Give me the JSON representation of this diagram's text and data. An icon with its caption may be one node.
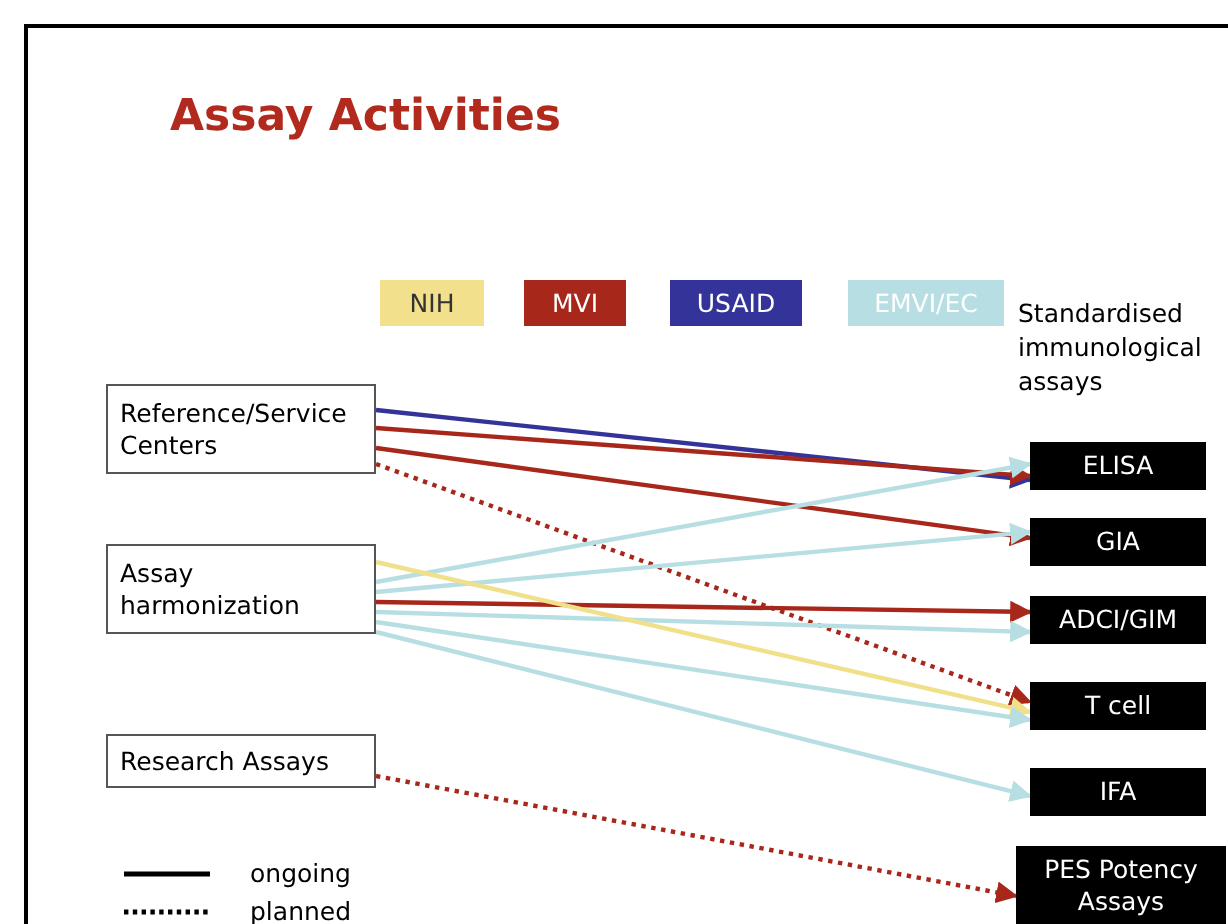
{
  "diagram": {
    "title": "Assay Activities",
    "nodes": [
      {
        "text": [
          "Reference/Service Centers"
        ]
      },
      {
        "text": [
          "Assay harmonization"
        ]
      },
      {
        "text": [
          "Research Assays"
        ]
      },
      {
        "text": [
          "ELISA"
        ]
      },
      {
        "text": [
          "GIA"
        ]
      },
      {
        "text": [
          "ADCI/GIM"
        ]
      },
      {
        "text": [
          "T cell"
        ]
      },
      {
        "text": [
          "IFA"
        ]
      },
      {
        "text": [
          "PES Potency Assays"
        ]
      }
    ],
    "edges": [
      {
        "from": 0,
        "to": 3,
        "arrow": "to",
        "color": "#333399"
      },
      {
        "from": 0,
        "to": 3,
        "arrow": "to",
        "color": "#a8271b"
      },
      {
        "from": 0,
        "to": 4,
        "arrow": "to",
        "color": "#a8271b"
      },
      {
        "from": 0,
        "to": 6,
        "arrow": "to",
        "style": "dashed",
        "color": "#a8271b"
      },
      {
        "from": 1,
        "to": 3,
        "arrow": "to",
        "color": "#b7dfe3"
      },
      {
        "from": 1,
        "to": 4,
        "arrow": "to",
        "color": "#b7dfe3"
      },
      {
        "from": 1,
        "to": 5,
        "arrow": "to",
        "color": "#a8271b"
      },
      {
        "from": 1,
        "to": 5,
        "arrow": "to",
        "color": "#b7dfe3"
      },
      {
        "from": 1,
        "to": 6,
        "arrow": "to",
        "color": "#f0e08a"
      },
      {
        "from": 1,
        "to": 6,
        "arrow": "to",
        "color": "#b7dfe3"
      },
      {
        "from": 1,
        "to": 7,
        "arrow": "to",
        "color": "#b7dfe3"
      },
      {
        "from": 2,
        "to": 8,
        "arrow": "to",
        "style": "dashed",
        "color": "#a8271b"
      }
    ],
    "labels": [
      "Standardised immunological assays"
    ],
    "legend": [
      {
        "text": "NIH",
        "color": "#f2e08c"
      },
      {
        "text": "MVI",
        "color": "#a8271b"
      },
      {
        "text": "USAID",
        "color": "#333399"
      },
      {
        "text": "EMVI/EC",
        "color": "#b7dfe3"
      },
      {
        "text": "ongoing"
      },
      {
        "text": "planned"
      }
    ]
  }
}
